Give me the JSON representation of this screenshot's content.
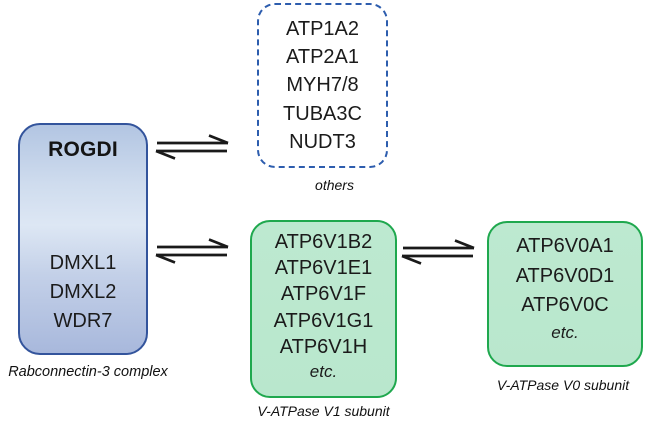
{
  "diagram": {
    "rogdi_box": {
      "title": "ROGDI",
      "members": [
        "DMXL1",
        "DMXL2",
        "WDR7"
      ],
      "caption": "Rabconnectin-3 complex",
      "border_color": "#33549c",
      "fill_colors": [
        "#b2c5e2",
        "#dde7f4",
        "#a8b8dc"
      ]
    },
    "others_box": {
      "members": [
        "ATP1A2",
        "ATP2A1",
        "MYH7/8",
        "TUBA3C",
        "NUDT3"
      ],
      "caption": "others",
      "border_color": "#2d5dae",
      "border_style": "dashed",
      "fill_color": "#ffffff"
    },
    "v1_box": {
      "members": [
        "ATP6V1B2",
        "ATP6V1E1",
        "ATP6V1F",
        "ATP6V1G1",
        "ATP6V1H"
      ],
      "etc_label": "etc.",
      "caption": "V-ATPase V1 subunit",
      "border_color": "#1fa84e",
      "fill_color": "#bde9d0"
    },
    "v0_box": {
      "members": [
        "ATP6V0A1",
        "ATP6V0D1",
        "ATP6V0C"
      ],
      "etc_label": "etc.",
      "caption": "V-ATPase V0 subunit",
      "border_color": "#1fa84e",
      "fill_color": "#bde9d0"
    },
    "arrows": {
      "style": "chemical-equilibrium-harpoons",
      "color": "#1a1a1a",
      "connections": [
        "rogdi-box to others-box",
        "rogdi-box to v1-box",
        "v1-box to v0-box"
      ]
    }
  }
}
